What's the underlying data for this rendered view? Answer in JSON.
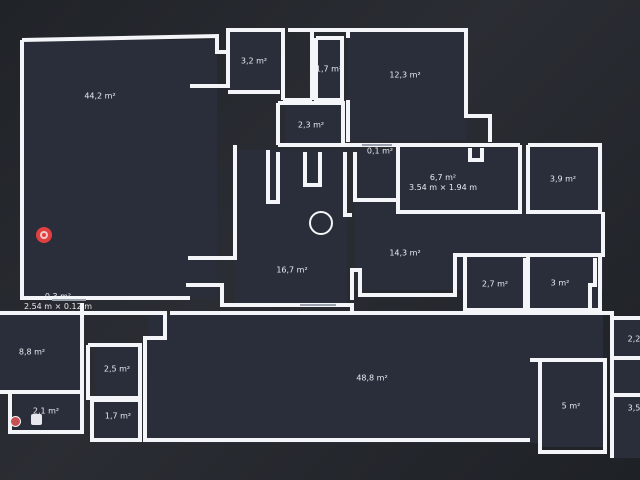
{
  "rooms": {
    "r44": {
      "area": "44,2 m²"
    },
    "r32": {
      "area": "3,2 m²"
    },
    "r17a": {
      "area": "1,7 m²"
    },
    "r123": {
      "area": "12,3 m²"
    },
    "r23": {
      "area": "2,3 m²"
    },
    "r01": {
      "area": "0,1 m²"
    },
    "r67": {
      "area": "6,7 m²",
      "dims": "3.54 m × 1.94 m"
    },
    "r39": {
      "area": "3,9 m²"
    },
    "r143": {
      "area": "14,3 m²"
    },
    "r167": {
      "area": "16,7 m²"
    },
    "r27": {
      "area": "2,7 m²"
    },
    "r3": {
      "area": "3 m²"
    },
    "r03": {
      "area": "0,3 m²",
      "dims": "2.54 m × 0.12 m"
    },
    "r88": {
      "area": "8,8 m²"
    },
    "r25": {
      "area": "2,5 m²"
    },
    "r488": {
      "area": "48,8 m²"
    },
    "r21": {
      "area": "2,1 m²"
    },
    "r17b": {
      "area": "1,7 m²"
    },
    "r5": {
      "area": "5 m²"
    },
    "r22": {
      "area": "2,2"
    },
    "r35": {
      "area": "3,5"
    }
  },
  "colors": {
    "wall": "#f4f5f8",
    "room_fill": "#2a2e3a",
    "marker_red": "#e04040"
  },
  "icons": [
    "robot-position-icon",
    "charging-dock-icon",
    "cleaner-icon"
  ]
}
